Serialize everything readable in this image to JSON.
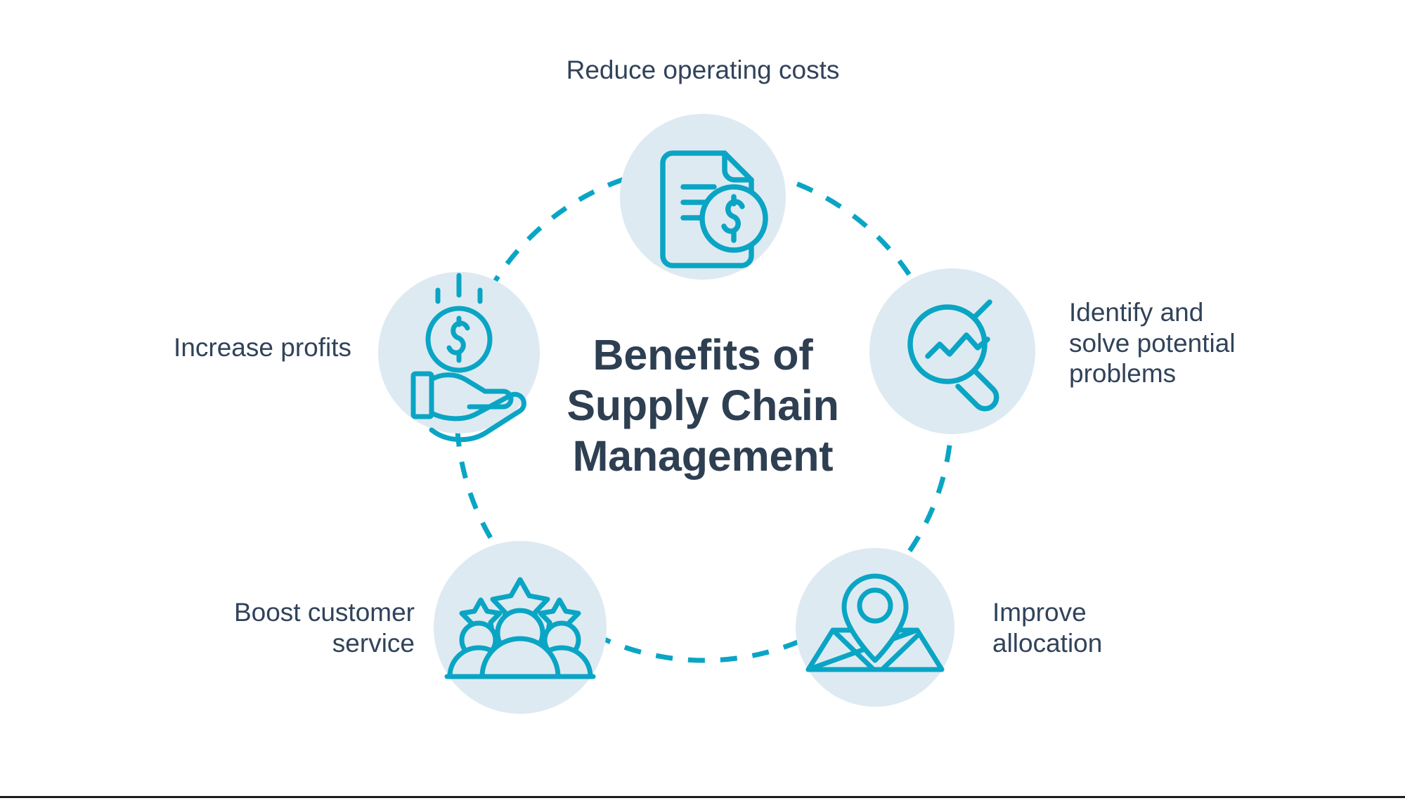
{
  "diagram": {
    "type": "circular-hub-and-spoke",
    "center_title_lines": [
      "Benefits of",
      "Supply Chain",
      "Management"
    ],
    "center_title": "Benefits of Supply Chain Management",
    "colors": {
      "accent_cyan": "#0aa5c4",
      "circle_fill": "#deeaf2",
      "text_navy": "#31435a",
      "title_navy": "#2e3f52",
      "background": "#ffffff",
      "bottom_rule": "#1d1d1b"
    },
    "connector": {
      "style": "dashed-circle",
      "color": "#0aa5c4"
    },
    "nodes": [
      {
        "id": "reduce-operating-costs",
        "label": "Reduce operating costs",
        "icon": "document-dollar-icon",
        "position": "top"
      },
      {
        "id": "identify-solve-problems",
        "label": "Identify and\nsolve potential\nproblems",
        "icon": "magnifier-chart-icon",
        "position": "right"
      },
      {
        "id": "improve-allocation",
        "label": "Improve\nallocation",
        "icon": "map-pin-icon",
        "position": "bottom-right"
      },
      {
        "id": "boost-customer-service",
        "label": "Boost customer\nservice",
        "icon": "people-stars-icon",
        "position": "bottom-left"
      },
      {
        "id": "increase-profits",
        "label": "Increase profits",
        "icon": "hand-coin-icon",
        "position": "left"
      }
    ]
  }
}
